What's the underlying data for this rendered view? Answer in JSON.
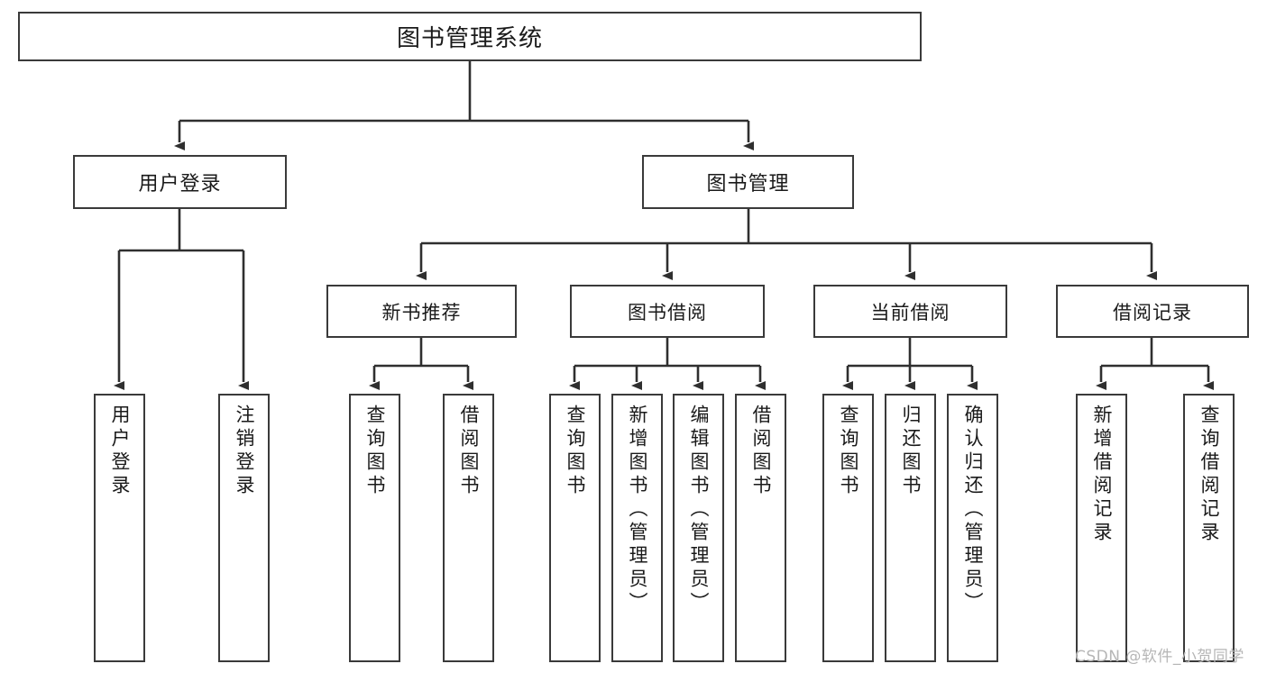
{
  "diagram": {
    "type": "tree-hierarchy",
    "title": "图书管理系统",
    "root": {
      "label": "图书管理系统"
    },
    "level2": [
      {
        "label": "用户登录"
      },
      {
        "label": "图书管理"
      }
    ],
    "level3": [
      {
        "label": "新书推荐",
        "parent": "图书管理"
      },
      {
        "label": "图书借阅",
        "parent": "图书管理"
      },
      {
        "label": "当前借阅",
        "parent": "图书管理"
      },
      {
        "label": "借阅记录",
        "parent": "图书管理"
      }
    ],
    "leaves": [
      {
        "label": "用户登录",
        "parent": "用户登录"
      },
      {
        "label": "注销登录",
        "parent": "用户登录"
      },
      {
        "label": "查询图书",
        "parent": "新书推荐"
      },
      {
        "label": "借阅图书",
        "parent": "新书推荐"
      },
      {
        "label": "查询图书",
        "parent": "图书借阅"
      },
      {
        "label": "新增图书（管理员）",
        "parent": "图书借阅"
      },
      {
        "label": "编辑图书（管理员）",
        "parent": "图书借阅"
      },
      {
        "label": "借阅图书",
        "parent": "图书借阅"
      },
      {
        "label": "查询图书",
        "parent": "当前借阅"
      },
      {
        "label": "归还图书",
        "parent": "当前借阅"
      },
      {
        "label": "确认归还（管理员）",
        "parent": "当前借阅"
      },
      {
        "label": "新增借阅记录",
        "parent": "借阅记录"
      },
      {
        "label": "查询借阅记录",
        "parent": "借阅记录"
      }
    ]
  },
  "watermark": {
    "text": "CSDN @软件_小贺同学"
  },
  "colors": {
    "stroke": "#3a3a3a",
    "background": "#ffffff",
    "text": "#1a1a1a",
    "watermark": "#b6b6b6"
  }
}
